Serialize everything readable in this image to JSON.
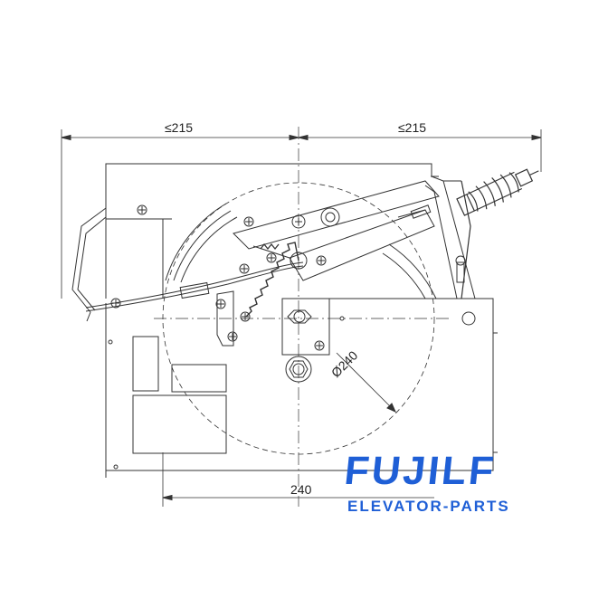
{
  "dimensions": {
    "left_width": "≤215",
    "right_width": "≤215",
    "bottom_width": "240",
    "sheave_diameter": "Ø240"
  },
  "brand": {
    "name": "FUJILF",
    "tagline": "ELEVATOR-PARTS",
    "color": "#1f5fd6"
  },
  "line_color": "#333333"
}
